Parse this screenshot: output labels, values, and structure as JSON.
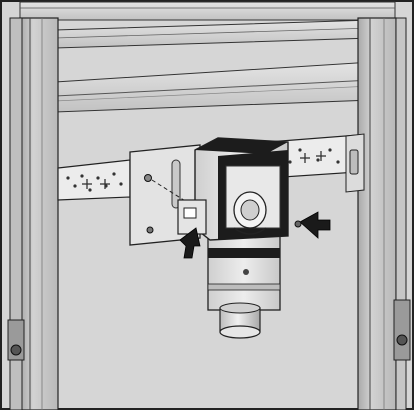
{
  "diagram": {
    "subject": "mounting-frame-installation",
    "colors": {
      "background": "#d6d6d6",
      "frame": "#c4c4c4",
      "frame_edge": "#3a3a3a",
      "rail": "#d9d9d9",
      "box_light": "#e6e6e6",
      "box_dark": "#1c1c1c",
      "arrow": "#1a1a1a"
    },
    "parts": [
      {
        "name": "left-frame-post"
      },
      {
        "name": "right-frame-post"
      },
      {
        "name": "top-crossbar"
      },
      {
        "name": "upper-rail"
      },
      {
        "name": "middle-rail"
      },
      {
        "name": "perforated-mounting-strip"
      },
      {
        "name": "mounting-plate"
      },
      {
        "name": "drain-box-housing"
      },
      {
        "name": "drain-outlet-pipe"
      },
      {
        "name": "fixing-screw"
      }
    ],
    "arrows": [
      {
        "name": "arrow-left-insert"
      },
      {
        "name": "arrow-right-insert"
      }
    ]
  }
}
